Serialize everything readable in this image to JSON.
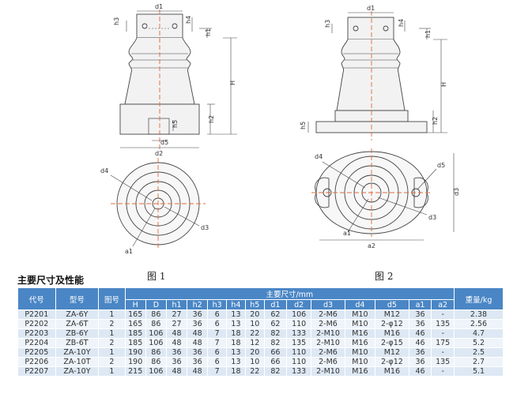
{
  "figures": {
    "fig1_label": "图 1",
    "fig2_label": "图 2",
    "fig1_dims": {
      "d1": "d1",
      "h3": "h3",
      "h4": "h4",
      "h1": "h1",
      "H": "H",
      "h2": "h2",
      "h5": "h5",
      "d5": "d5",
      "d2": "d2",
      "d4": "d4",
      "d3": "d3",
      "a1": "a1"
    },
    "fig2_dims": {
      "d1": "d1",
      "h3": "h3",
      "h4": "h4",
      "h1": "h1",
      "H": "H",
      "h2": "h2",
      "h5": "h5",
      "d4": "d4",
      "d5": "d5",
      "d3_side": "d3",
      "d3": "d3",
      "a1": "a1",
      "a2": "a2"
    }
  },
  "section_title": "主要尺寸及性能",
  "table": {
    "header_top": {
      "code": "代号",
      "model": "型号",
      "figure": "图号",
      "dims_group": "主要尺寸/mm",
      "weight": "重量/kg"
    },
    "dim_columns": [
      "H",
      "D",
      "h1",
      "h2",
      "h3",
      "h4",
      "h5",
      "d1",
      "d2",
      "d3",
      "d4",
      "d5",
      "a1",
      "a2"
    ],
    "rows": [
      [
        "P2201",
        "ZA-6Y",
        "1",
        "165",
        "86",
        "27",
        "36",
        "6",
        "13",
        "20",
        "62",
        "106",
        "2-M6",
        "M10",
        "M12",
        "36",
        "-",
        "2.38"
      ],
      [
        "P2202",
        "ZA-6T",
        "2",
        "165",
        "86",
        "27",
        "36",
        "6",
        "13",
        "10",
        "62",
        "110",
        "2-M6",
        "M10",
        "2-φ12",
        "36",
        "135",
        "2.56"
      ],
      [
        "P2203",
        "ZB-6Y",
        "1",
        "185",
        "106",
        "48",
        "48",
        "7",
        "18",
        "22",
        "82",
        "133",
        "2-M10",
        "M16",
        "M16",
        "46",
        "-",
        "4.7"
      ],
      [
        "P2204",
        "ZB-6T",
        "2",
        "185",
        "106",
        "48",
        "48",
        "7",
        "18",
        "12",
        "82",
        "135",
        "2-M10",
        "M16",
        "2-φ15",
        "46",
        "175",
        "5.2"
      ],
      [
        "P2205",
        "ZA-10Y",
        "1",
        "190",
        "86",
        "36",
        "36",
        "6",
        "13",
        "20",
        "66",
        "110",
        "2-M6",
        "M10",
        "M12",
        "36",
        "-",
        "2.5"
      ],
      [
        "P2206",
        "ZA-10T",
        "2",
        "190",
        "86",
        "36",
        "36",
        "6",
        "13",
        "10",
        "66",
        "110",
        "2-M6",
        "M10",
        "2-φ12",
        "36",
        "135",
        "2.7"
      ],
      [
        "P2207",
        "ZA-10Y",
        "1",
        "215",
        "106",
        "48",
        "48",
        "7",
        "18",
        "22",
        "82",
        "133",
        "2-M10",
        "M16",
        "M16",
        "46",
        "-",
        "5.1"
      ]
    ]
  }
}
